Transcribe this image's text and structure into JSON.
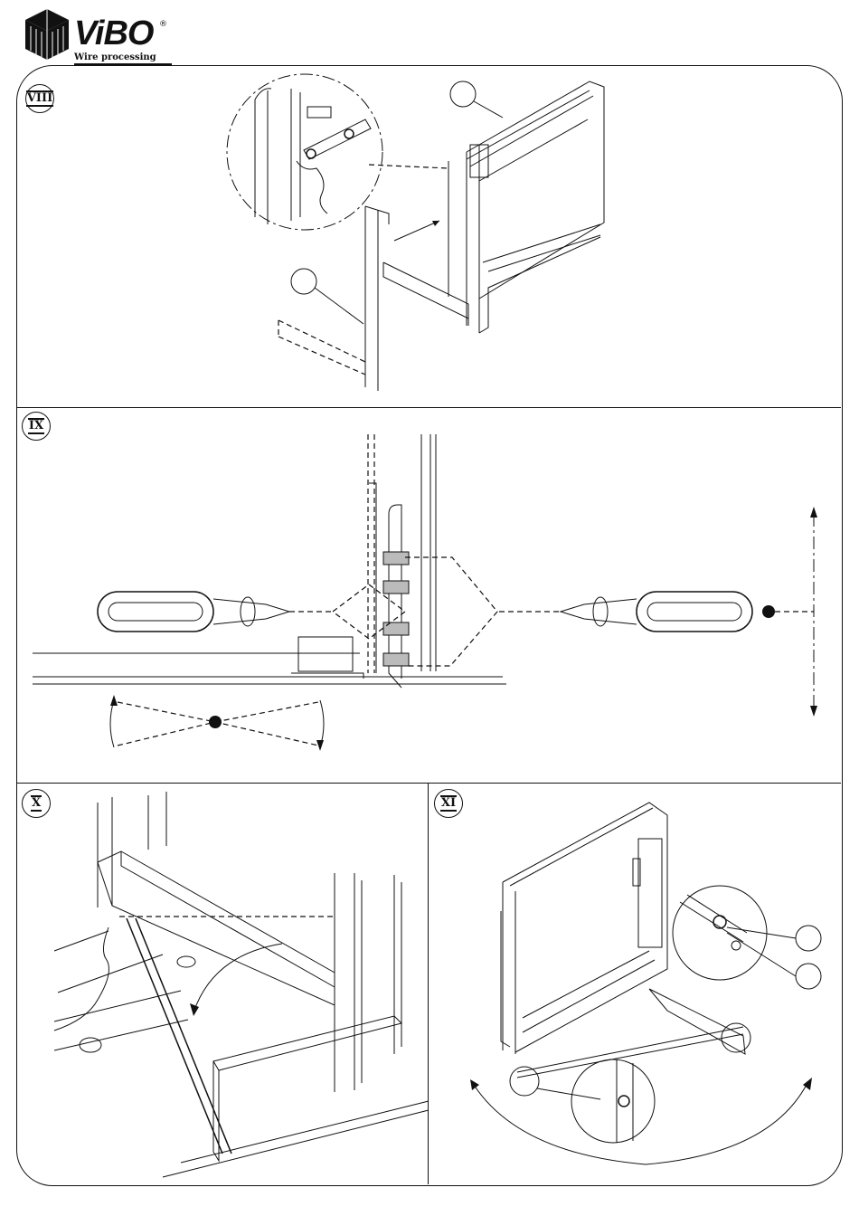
{
  "header": {
    "brand": "ViBO",
    "registered_mark": "®",
    "tagline": "Wire processing"
  },
  "steps": [
    {
      "numeral": "VIII"
    },
    {
      "numeral": "IX"
    },
    {
      "numeral": "X"
    },
    {
      "numeral": "XI"
    }
  ]
}
